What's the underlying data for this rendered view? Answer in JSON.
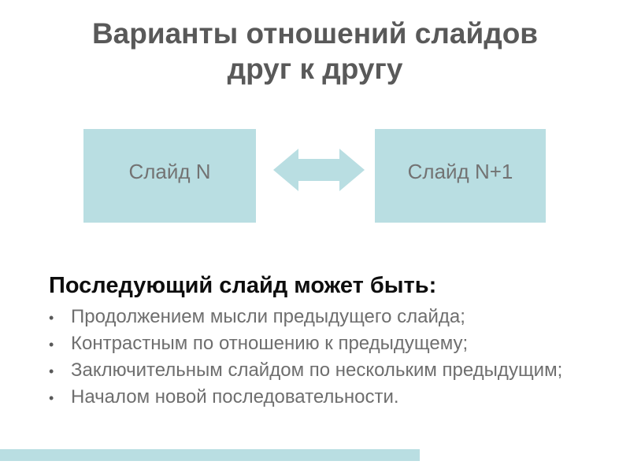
{
  "slide": {
    "title": {
      "line1": "Варианты отношений слайдов",
      "line2": "друг к другу"
    },
    "diagram": {
      "left_box_label": "Слайд N",
      "right_box_label": "Слайд N+1",
      "arrow_icon": "double-headed-horizontal-arrow"
    },
    "body": {
      "heading": "Последующий слайд может быть:",
      "bullet_glyph": "•",
      "bullets": [
        "Продолжением мысли предыдущего слайда;",
        "Контрастным по отношению к предыдущему;",
        "Заключительным слайдом по нескольким предыдущим;",
        "Началом новой последовательности."
      ]
    },
    "colors": {
      "accent_blue": "#b9dee2",
      "title_text": "#595959",
      "box_text": "#737373",
      "heading_text": "#0d0d0d",
      "bullet_text": "#6e6e6e"
    }
  }
}
